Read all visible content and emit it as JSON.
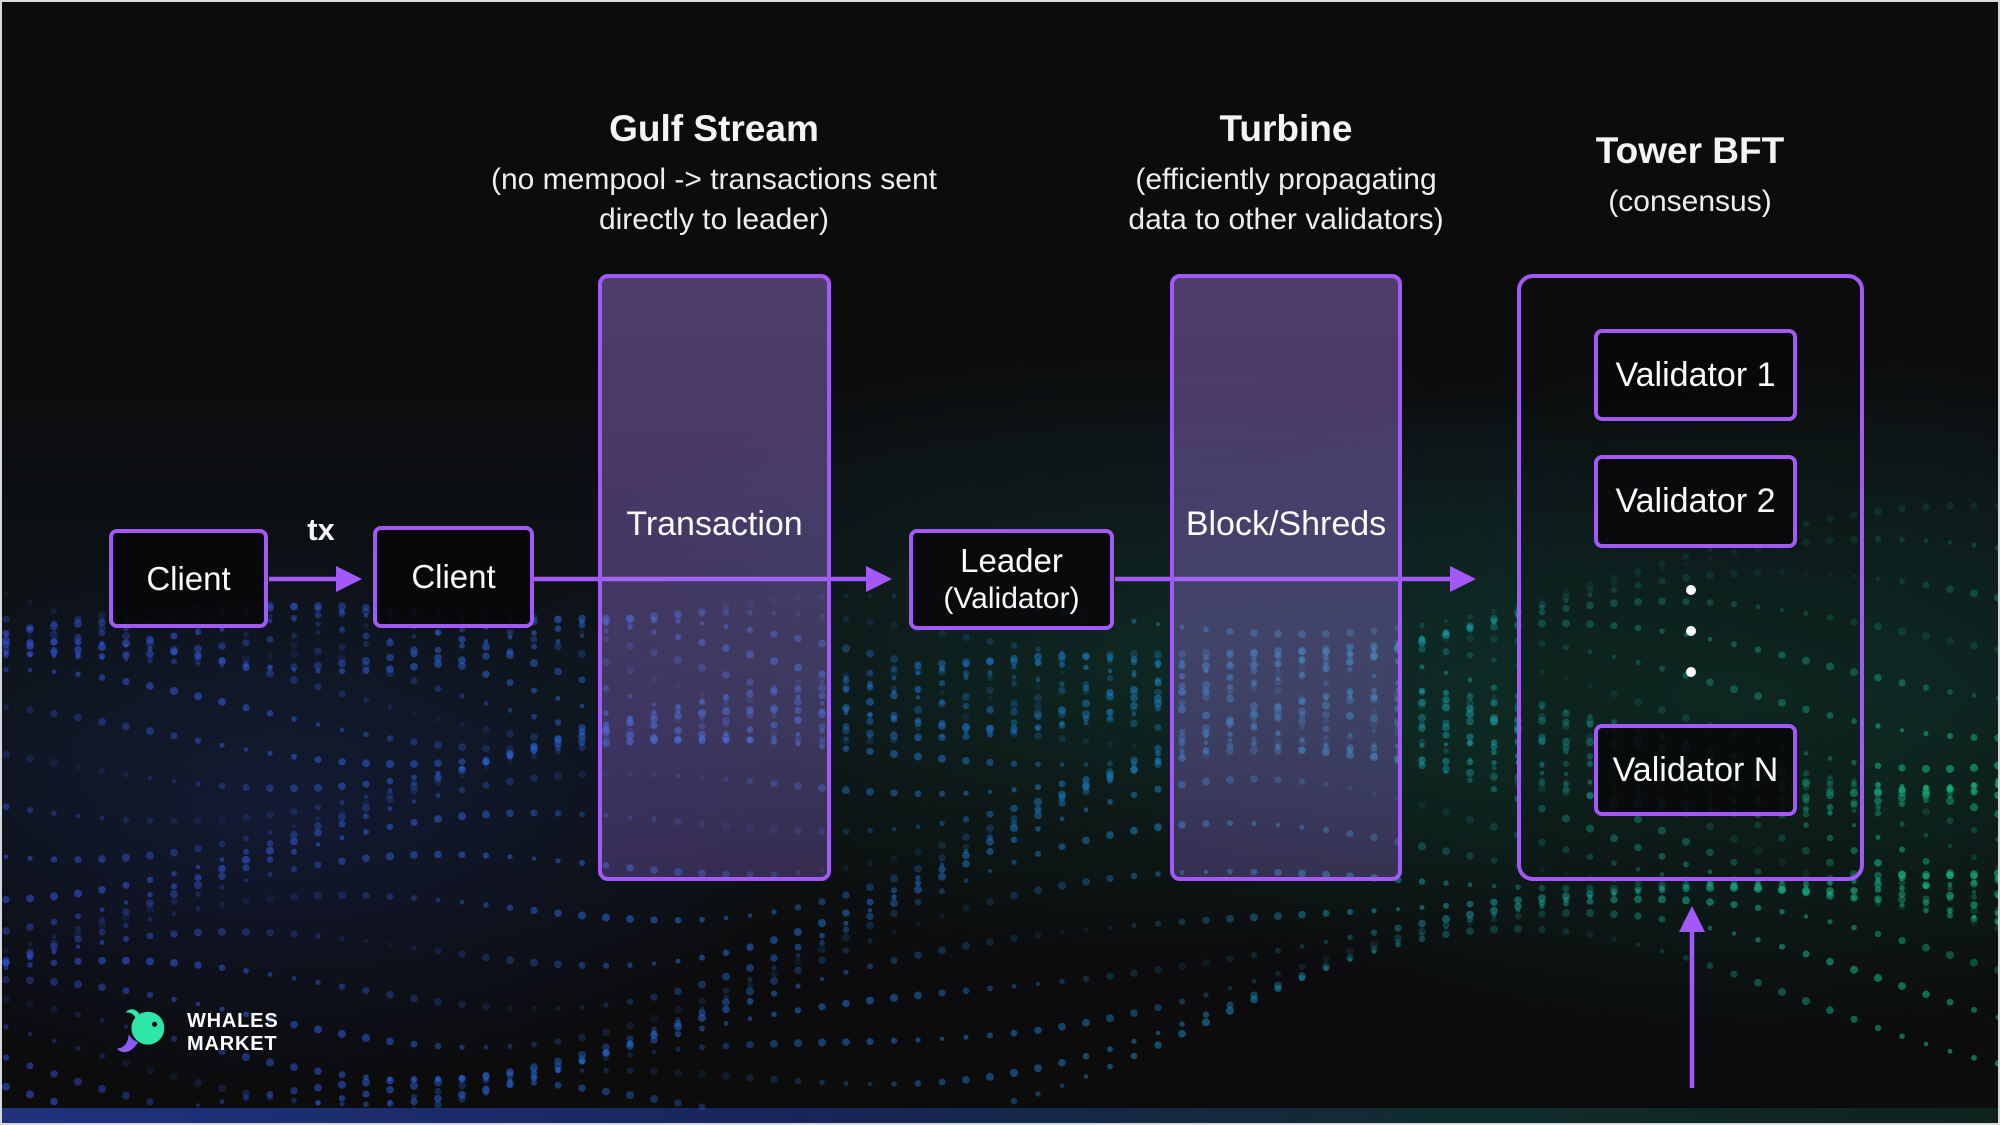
{
  "headings": {
    "gulf_stream": {
      "title": "Gulf Stream",
      "sub1": "(no mempool -> transactions sent",
      "sub2": "directly to leader)"
    },
    "turbine": {
      "title": "Turbine",
      "sub1": "(efficiently propagating",
      "sub2": "data to other validators)"
    },
    "tower_bft": {
      "title": "Tower BFT",
      "sub1": "(consensus)",
      "sub2": ""
    }
  },
  "stages": {
    "transaction": "Transaction",
    "block_shreds": "Block/Shreds"
  },
  "nodes": {
    "client_1": "Client",
    "client_2": "Client",
    "leader_line1": "Leader",
    "leader_line2": "(Validator)"
  },
  "edges": {
    "tx_label": "tx"
  },
  "tower": {
    "validators": [
      "Validator 1",
      "Validator 2",
      "Validator N"
    ]
  },
  "logo": {
    "line1": "WHALES",
    "line2": "MARKET"
  },
  "colors": {
    "accent_purple": "#a259f7",
    "whale_green": "#2ee6a8",
    "whale_purple": "#8b5cf6",
    "dot_blue": "#3350d4",
    "dot_green": "#16b877"
  }
}
